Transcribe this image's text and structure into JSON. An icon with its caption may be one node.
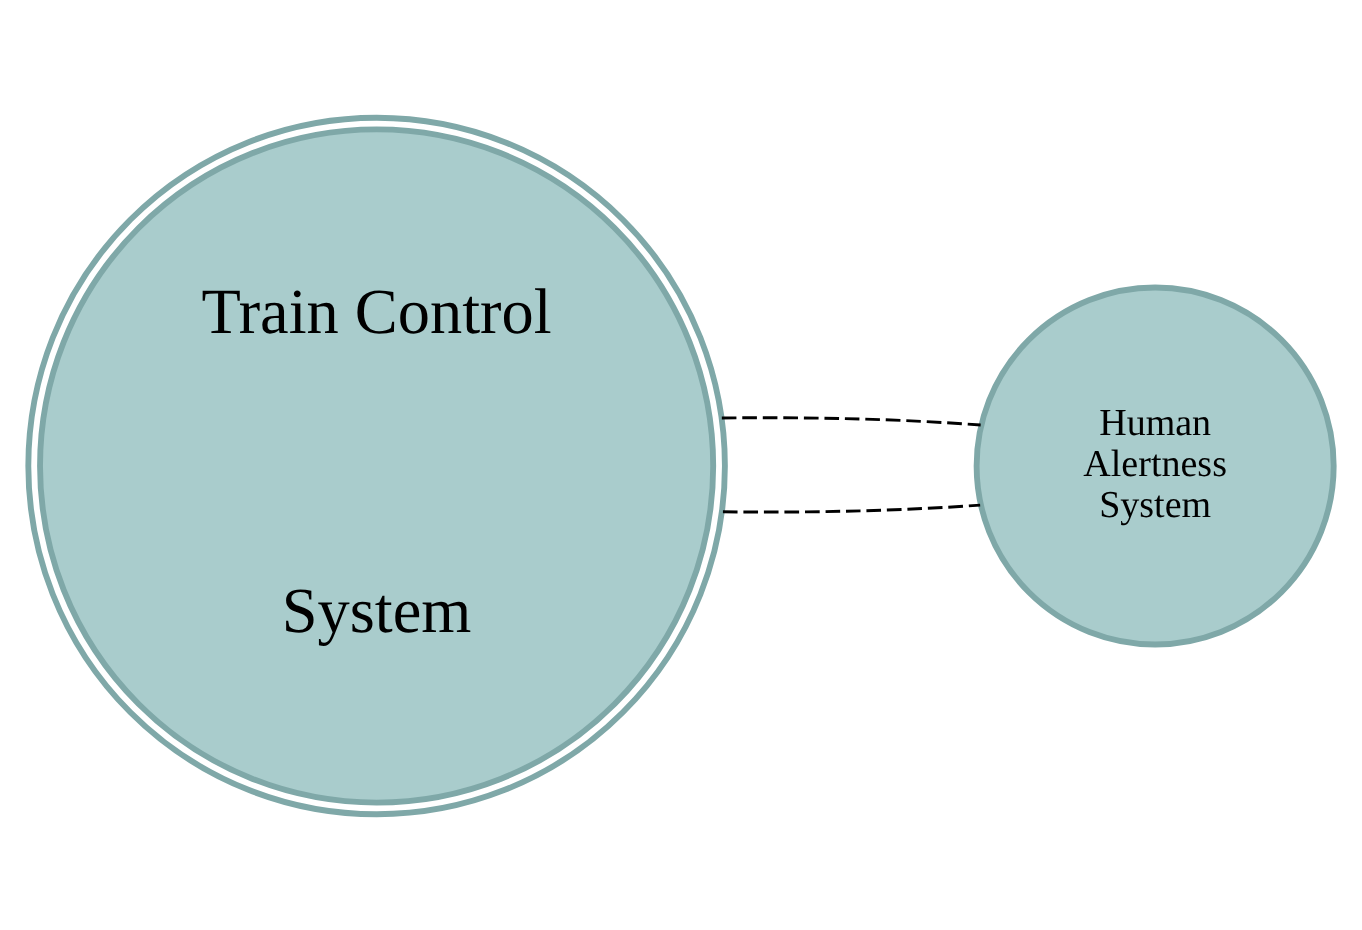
{
  "diagram": {
    "nodes": [
      {
        "text": [
          "Train Control",
          "System"
        ]
      },
      {
        "text": [
          "Human Alertness System"
        ]
      }
    ],
    "edges": [
      {
        "from": 0,
        "to": 1,
        "arrow": "none",
        "style": "dashed"
      },
      {
        "from": 0,
        "to": 1,
        "arrow": "none",
        "style": "dashed"
      }
    ]
  }
}
